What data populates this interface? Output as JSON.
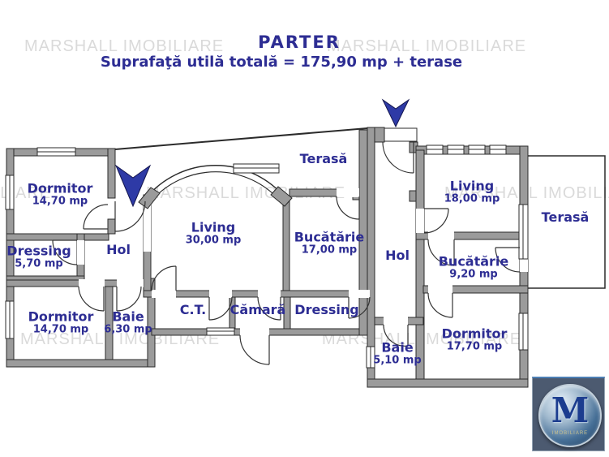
{
  "header": {
    "watermark": "MARSHALL IMOBILIARE",
    "title": "PARTER",
    "subtitle": "Suprafaţă utilă totală = 175,90 mp + terase"
  },
  "rooms": {
    "dormitor_top_left": {
      "name": "Dormitor",
      "area": "14,70 mp"
    },
    "dressing_left": {
      "name": "Dressing",
      "area": "5,70 mp"
    },
    "hol_left": {
      "name": "Hol",
      "area": ""
    },
    "dormitor_bottom_left": {
      "name": "Dormitor",
      "area": "14,70 mp"
    },
    "baie_left": {
      "name": "Baie",
      "area": "6,30 mp"
    },
    "ct": {
      "name": "C.T.",
      "area": ""
    },
    "camara": {
      "name": "Cămară",
      "area": ""
    },
    "dressing_center": {
      "name": "Dressing",
      "area": ""
    },
    "living_main": {
      "name": "Living",
      "area": "30,00 mp"
    },
    "terasa_top": {
      "name": "Terasă",
      "area": ""
    },
    "bucatarie_main": {
      "name": "Bucătărie",
      "area": "17,00 mp"
    },
    "hol_right": {
      "name": "Hol",
      "area": ""
    },
    "living_right": {
      "name": "Living",
      "area": "18,00 mp"
    },
    "terasa_right": {
      "name": "Terasă",
      "area": ""
    },
    "bucatarie_right": {
      "name": "Bucătărie",
      "area": "9,20 mp"
    },
    "baie_right": {
      "name": "Baie",
      "area": "5,10 mp"
    },
    "dormitor_right": {
      "name": "Dormitor",
      "area": "17,70 mp"
    }
  },
  "logo": {
    "letter": "M",
    "subtext": "IMOBILIARE"
  },
  "colors": {
    "label_text": "#2d2d93",
    "wall_fill": "#9b9b9b",
    "wall_outline": "#2b2b2b",
    "watermark": "#dadada",
    "arrow": "#2e3aa6",
    "logo_background": "#4c5a70"
  }
}
